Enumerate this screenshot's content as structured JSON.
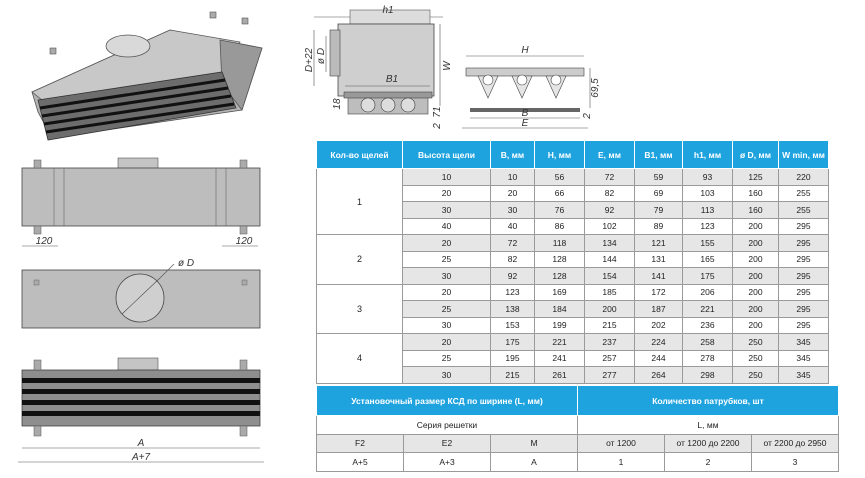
{
  "dims": {
    "h1": "h1",
    "D22": "D+22",
    "phiD": "ø D",
    "W": "W",
    "B1": "B1",
    "d18": "18",
    "d2": "2",
    "d71": "71",
    "H": "H",
    "d695": "69,5",
    "B": "B",
    "E": "E",
    "d120": "120",
    "D": "ø D",
    "A": "A",
    "A7": "A+7"
  },
  "spec_table": {
    "headers": [
      "Кол-во щелей",
      "Высота щели",
      "B, мм",
      "H, мм",
      "E, мм",
      "B1, мм",
      "h1, мм",
      "ø D, мм",
      "W min, мм"
    ],
    "groups": [
      {
        "slots": "1",
        "rows": [
          [
            "10",
            "10",
            "56",
            "72",
            "59",
            "93",
            "125",
            "220"
          ],
          [
            "20",
            "20",
            "66",
            "82",
            "69",
            "103",
            "160",
            "255"
          ],
          [
            "30",
            "30",
            "76",
            "92",
            "79",
            "113",
            "160",
            "255"
          ],
          [
            "40",
            "40",
            "86",
            "102",
            "89",
            "123",
            "200",
            "295"
          ]
        ]
      },
      {
        "slots": "2",
        "rows": [
          [
            "20",
            "72",
            "118",
            "134",
            "121",
            "155",
            "200",
            "295"
          ],
          [
            "25",
            "82",
            "128",
            "144",
            "131",
            "165",
            "200",
            "295"
          ],
          [
            "30",
            "92",
            "128",
            "154",
            "141",
            "175",
            "200",
            "295"
          ]
        ]
      },
      {
        "slots": "3",
        "rows": [
          [
            "20",
            "123",
            "169",
            "185",
            "172",
            "206",
            "200",
            "295"
          ],
          [
            "25",
            "138",
            "184",
            "200",
            "187",
            "221",
            "200",
            "295"
          ],
          [
            "30",
            "153",
            "199",
            "215",
            "202",
            "236",
            "200",
            "295"
          ]
        ]
      },
      {
        "slots": "4",
        "rows": [
          [
            "20",
            "175",
            "221",
            "237",
            "224",
            "258",
            "250",
            "345"
          ],
          [
            "25",
            "195",
            "241",
            "257",
            "244",
            "278",
            "250",
            "345"
          ],
          [
            "30",
            "215",
            "261",
            "277",
            "264",
            "298",
            "250",
            "345"
          ]
        ]
      }
    ]
  },
  "install_table": {
    "header_left": "Установочный размер КСД по ширине (L, мм)",
    "header_right": "Количество патрубков, шт",
    "series_label": "Серия решетки",
    "l_label": "L, мм",
    "series": [
      "F2",
      "E2",
      "M"
    ],
    "ranges": [
      "от 1200",
      "от 1200 до 2200",
      "от 2200 до 2950"
    ],
    "sizes": [
      "A+5",
      "A+3",
      "A"
    ],
    "counts": [
      "1",
      "2",
      "3"
    ]
  }
}
